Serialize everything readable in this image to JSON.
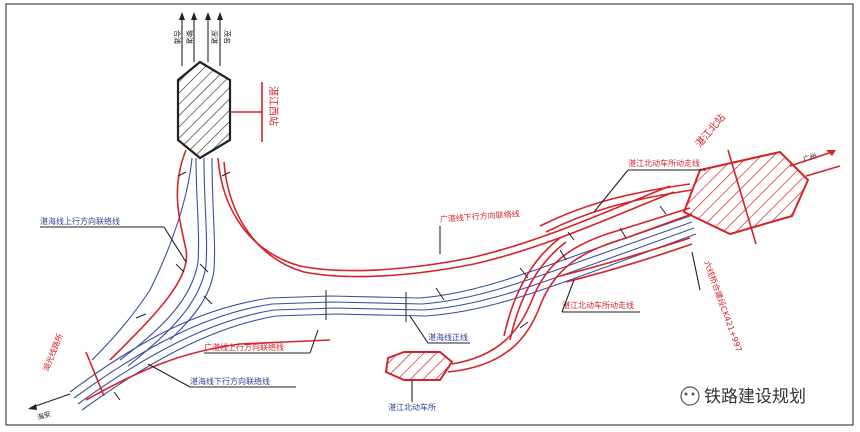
{
  "labels": {
    "zhanjiang_west": "湛江西站",
    "zhanjiang_north": "湛江北站",
    "guangzhou": "广州",
    "huguang": "湖光线路所",
    "zhanhai_up": "湛海线上行方向联络线",
    "guangzhan_down": "广湛线下行方向联络线",
    "zj_north_emu_top": "湛江北动车所动走线",
    "zj_north_emu_bottom": "湛江北动车所动走线",
    "zhanhai_main": "湛海线正线",
    "guangzhan_up": "广湛线上行方向联络线",
    "zhanhai_down": "湛海线下行方向联络线",
    "zj_north_depot": "湛江北动车所",
    "six_line_bridge": "六线桥合建段CK421+997",
    "haian": "海安",
    "top_1": "合浦",
    "top_2": "黎湛",
    "top_3": "深湛",
    "top_4": "茂名"
  },
  "watermark": {
    "text": "铁路建设规划"
  },
  "colors": {
    "red": "#d4232a",
    "blue": "#3a4fa3",
    "black": "#222222"
  }
}
